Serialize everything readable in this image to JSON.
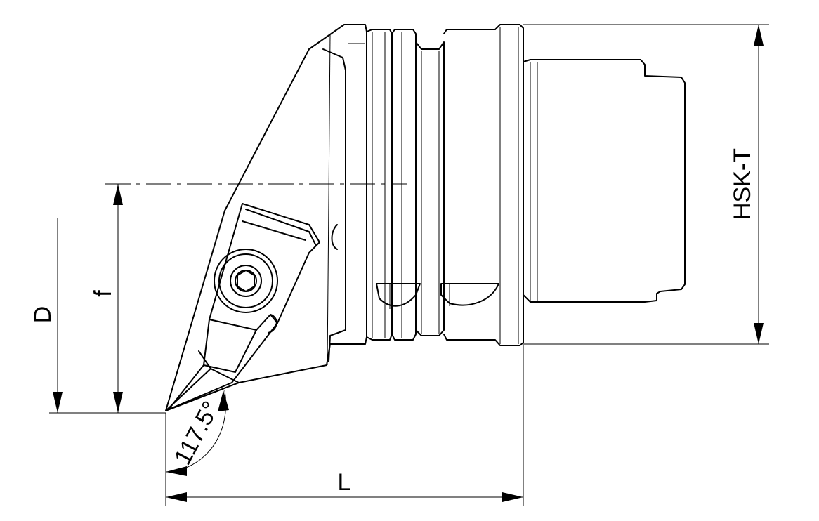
{
  "dimensions": {
    "L": "L",
    "f": "f",
    "D": "D",
    "hsk": "HSK-T",
    "angle": "117.5°"
  }
}
